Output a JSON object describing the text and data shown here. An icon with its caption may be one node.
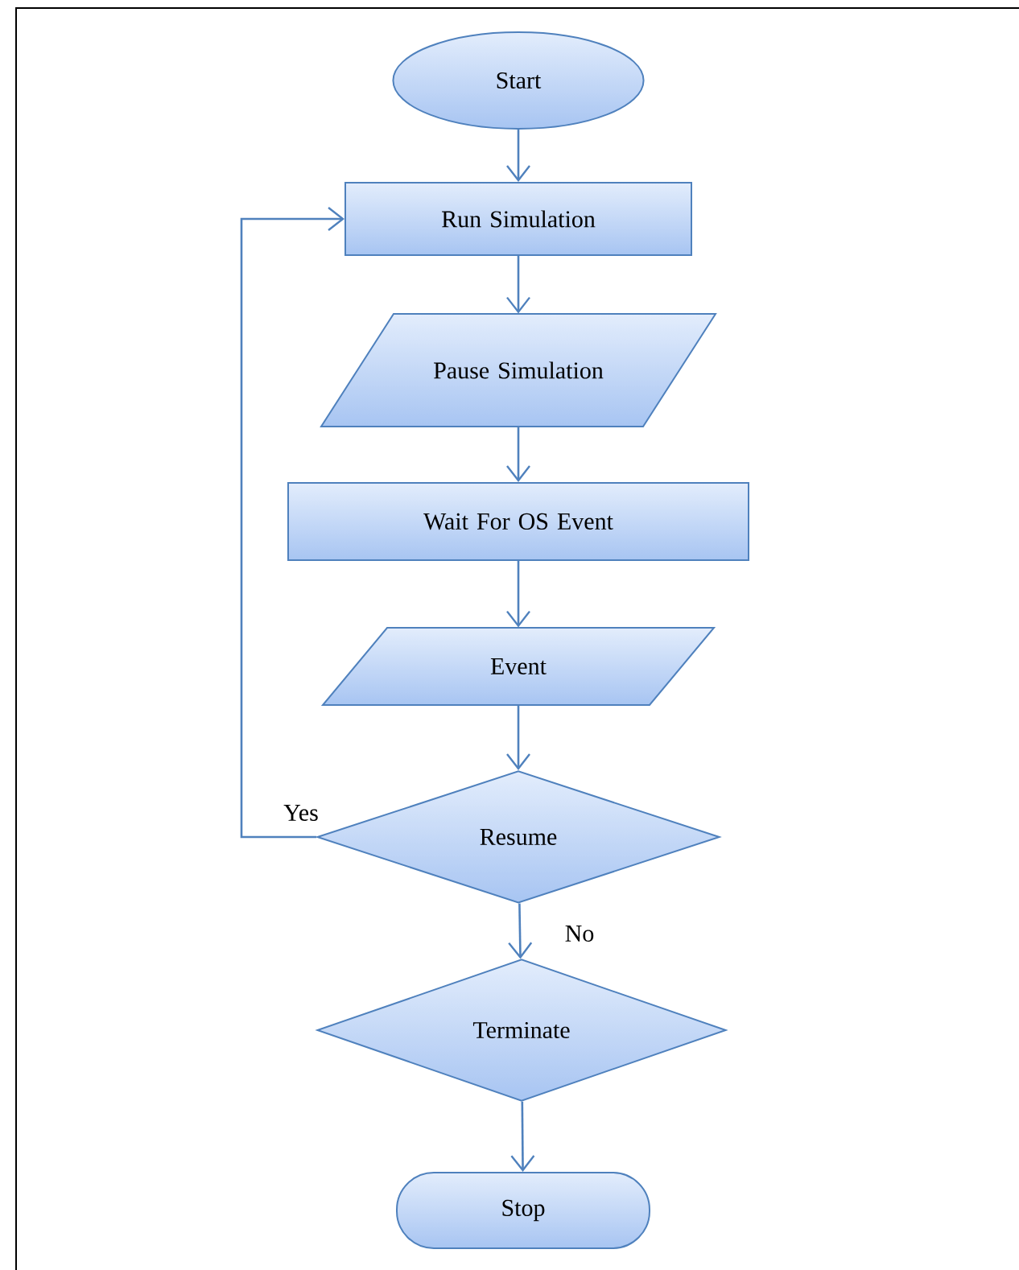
{
  "diagram": {
    "nodes": [
      {
        "text": [
          "Start"
        ]
      },
      {
        "text": [
          "Run Simulation"
        ]
      },
      {
        "text": [
          "Pause Simulation"
        ]
      },
      {
        "text": [
          "Wait For OS Event"
        ]
      },
      {
        "text": [
          "Event"
        ]
      },
      {
        "text": [
          "Resume"
        ]
      },
      {
        "text": [
          "Terminate"
        ]
      },
      {
        "text": [
          "Stop"
        ]
      }
    ],
    "edges": [
      {
        "from": 0,
        "to": 1,
        "arrow": "to"
      },
      {
        "from": 1,
        "to": 2,
        "arrow": "to"
      },
      {
        "from": 2,
        "to": 3,
        "arrow": "to"
      },
      {
        "from": 3,
        "to": 4,
        "arrow": "to"
      },
      {
        "from": 4,
        "to": 5,
        "arrow": "to"
      },
      {
        "from": 5,
        "to": 1,
        "arrow": "to",
        "label": "Yes"
      },
      {
        "from": 5,
        "to": 6,
        "arrow": "to",
        "label": "No"
      },
      {
        "from": 6,
        "to": 7,
        "arrow": "to"
      }
    ]
  }
}
